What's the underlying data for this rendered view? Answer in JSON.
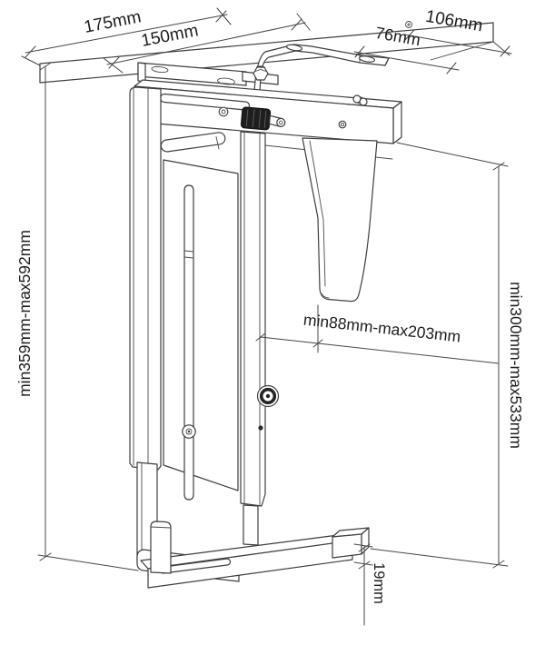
{
  "diagram": {
    "kind": "technical-dimension-drawing",
    "labels": {
      "depth_total": "175mm",
      "plate_depth": "150mm",
      "bracket_width": "106mm",
      "hole_spacing": "76mm",
      "height_total": "min359mm-max592mm",
      "height_column": "min300mm-max533mm",
      "clamp_width": "min88mm-max203mm",
      "tray_lip": "19mm"
    },
    "colors": {
      "line": "#3e3e3e",
      "text": "#1d1d1d",
      "knob": "#1e1e1e",
      "background": "#ffffff"
    }
  }
}
